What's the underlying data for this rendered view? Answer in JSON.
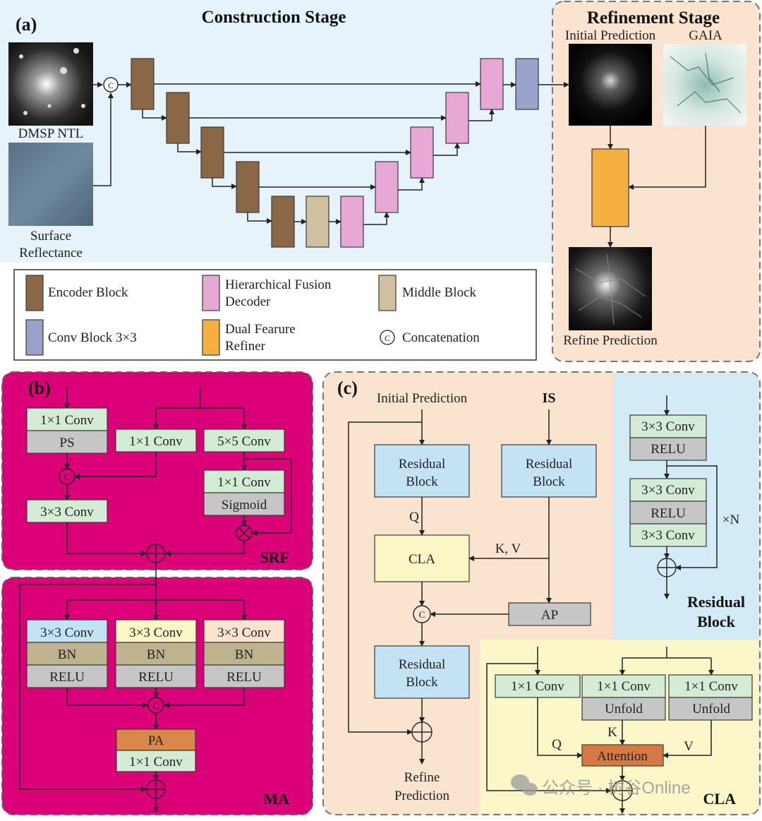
{
  "panel_a": {
    "tag": "(a)",
    "construction_title": "Construction Stage",
    "refinement_title": "Refinement Stage",
    "dmsp_label": "DMSP NTL",
    "surface_label_1": "Surface",
    "surface_label_2": "Reflectance",
    "initial_prediction_label": "Initial Prediction",
    "gaia_label": "GAIA",
    "refine_prediction_label": "Refine Prediction",
    "concat_symbol": "C"
  },
  "legend": {
    "encoder": "Encoder Block",
    "decoder_1": "Hierarchical Fusion",
    "decoder_2": "Decoder",
    "middle": "Middle Block",
    "conv": "Conv Block 3×3",
    "refiner_1": "Dual Fearure",
    "refiner_2": "Refiner",
    "concat": "Concatenation",
    "concat_symbol": "C"
  },
  "panel_b": {
    "tag": "(b)",
    "srf_title": "SRF",
    "ma_title": "MA",
    "conv1x1": "1×1 Conv",
    "ps": "PS",
    "conv5x5": "5×5 Conv",
    "sigmoid": "Sigmoid",
    "conv3x3": "3×3 Conv",
    "bn": "BN",
    "relu": "RELU",
    "pa": "PA",
    "concat_symbol": "C"
  },
  "panel_c": {
    "tag": "(c)",
    "initial_prediction": "Initial Prediction",
    "is": "IS",
    "residual_1": "Residual",
    "residual_2": "Block",
    "q": "Q",
    "k": "K",
    "v": "V",
    "kv": "K, V",
    "cla": "CLA",
    "ap": "AP",
    "refine_1": "Refine",
    "refine_2": "Prediction",
    "cla_title": "CLA",
    "residual_title_1": "Residual",
    "residual_title_2": "Block",
    "conv3x3": "3×3 Conv",
    "relu": "RELU",
    "xn": "×N",
    "conv1x1": "1×1 Conv",
    "unfold": "Unfold",
    "attention": "Attention",
    "concat_symbol": "C"
  },
  "watermark": "公众号 · 树谷Online",
  "colors": {
    "construction_bg": "#e6f3fa",
    "refinement_bg": "#fbe4cf",
    "magenta_panel": "#dc0078",
    "encoder": "#8a6846",
    "decoder": "#e8a8d6",
    "middle": "#cfc0a0",
    "conv_block": "#9aa2cc",
    "refiner": "#f5b041",
    "conv_green": "#d4ecd6",
    "gray_box": "#c6c6c6",
    "bn_tan": "#bfb28f",
    "pa_orange": "#d9884a",
    "residual_blue": "#c3e3f4",
    "cla_yellow": "#fbf6c6",
    "attention_orange": "#d57a45"
  }
}
